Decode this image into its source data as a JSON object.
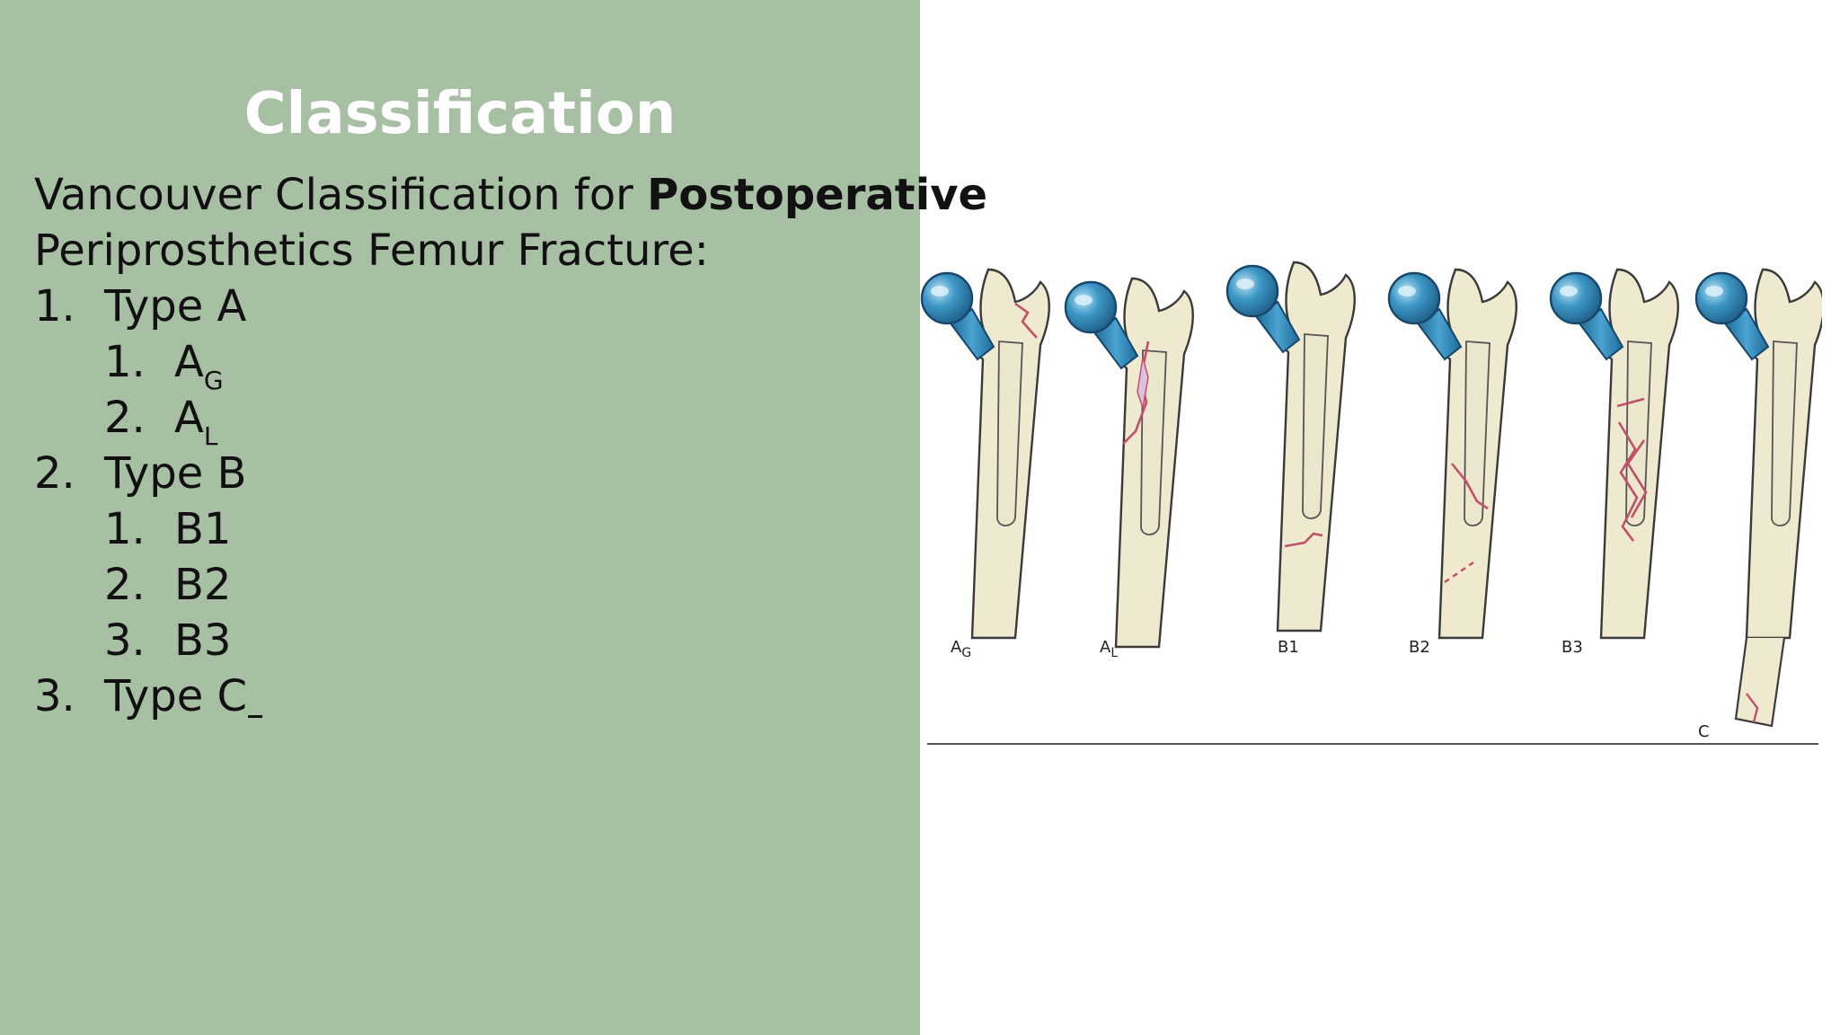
{
  "title": "Classification",
  "intro": {
    "prefix": "Vancouver Classification for ",
    "bold": "Postoperative",
    "line2": "Periprosthetics Femur Fracture:"
  },
  "list": [
    {
      "num": "1.",
      "label": "Type A",
      "children": [
        {
          "num": "1.",
          "base": "A",
          "sub": "G"
        },
        {
          "num": "2.",
          "base": "A",
          "sub": "L"
        }
      ]
    },
    {
      "num": "2.",
      "label": "Type B",
      "children": [
        {
          "num": "1.",
          "label": "B1"
        },
        {
          "num": "2.",
          "label": "B2"
        },
        {
          "num": "3.",
          "label": "B3"
        }
      ]
    },
    {
      "num": "3.",
      "label": "Type C"
    }
  ],
  "figure": {
    "labels": {
      "ag": {
        "base": "A",
        "sub": "G"
      },
      "al": {
        "base": "A",
        "sub": "L"
      },
      "b1": "B1",
      "b2": "B2",
      "b3": "B3",
      "c": "C"
    },
    "colors": {
      "panel": "#a7bfa3",
      "bone": "#efe9cf",
      "stem_head": "#2f86b6",
      "fracture": "#c0506a"
    }
  }
}
